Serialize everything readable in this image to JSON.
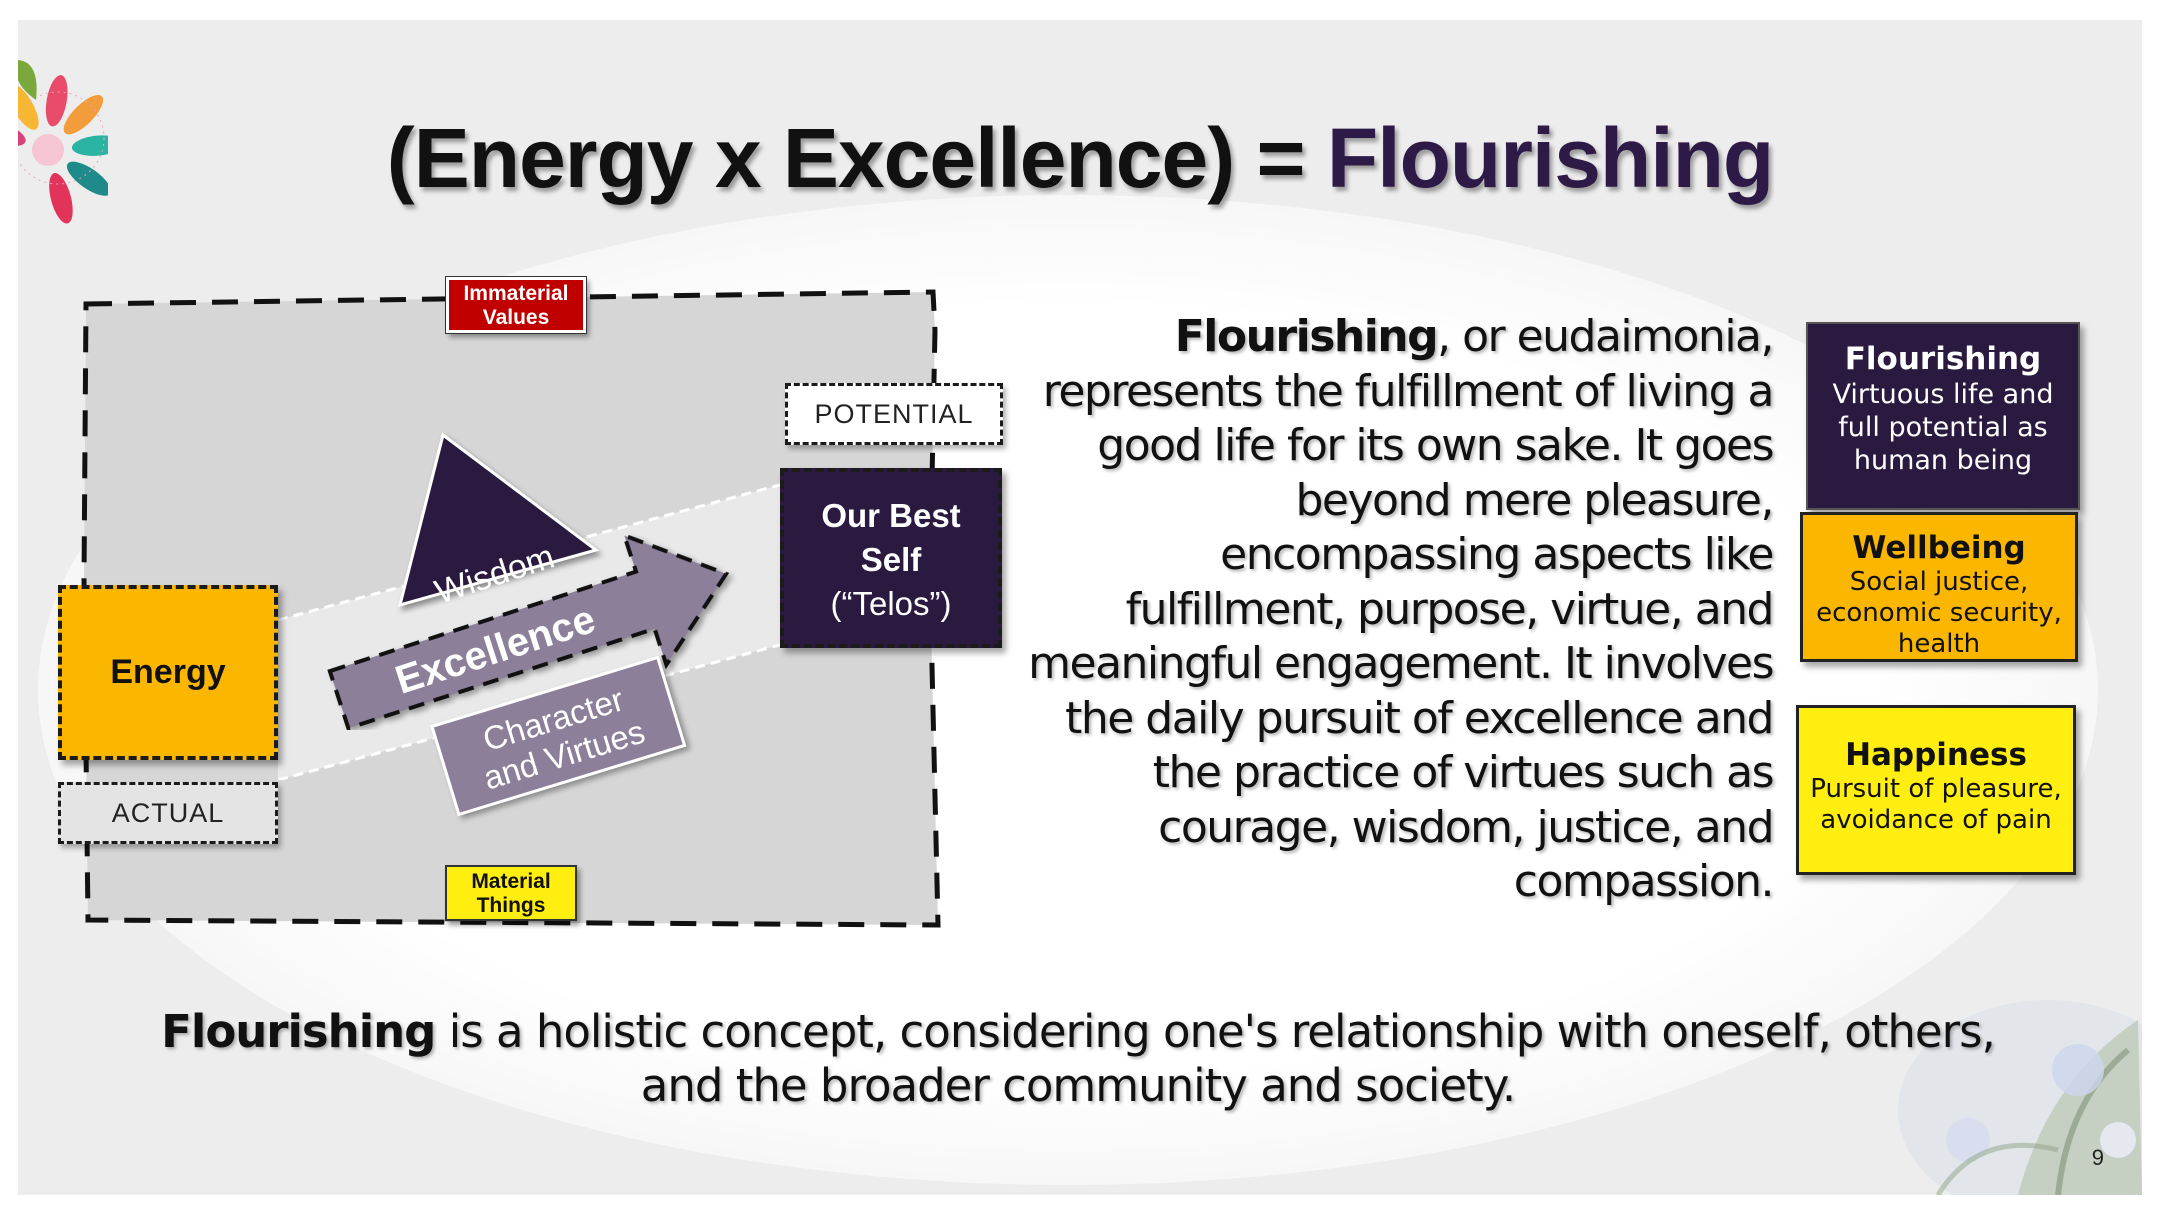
{
  "slide": {
    "title_part1": "(Energy x Excellence) = ",
    "title_part2": "Flourishing",
    "page_number": "9"
  },
  "diagram": {
    "top_label": "Immaterial Values",
    "bottom_label": "Material Things",
    "energy_label": "Energy",
    "actual_label": "ACTUAL",
    "potential_label": "POTENTIAL",
    "best_self_line1": "Our Best",
    "best_self_line2": "Self",
    "best_self_line3": "(“Telos”)",
    "wisdom_label": "Wisdom",
    "excellence_label": "Excellence",
    "character_line1": "Character",
    "character_line2": "and Virtues"
  },
  "paragraph": {
    "bold_lead": "Flourishing",
    "rest": ", or eudaimonia, represents the fulfillment of living a good life for its own sake. It goes beyond mere pleasure, encompassing aspects like fulfillment, purpose, virtue, and meaningful engagement. It involves the daily pursuit of excellence and the practice of virtues such as courage, wisdom, justice, and compassion."
  },
  "cards": [
    {
      "title": "Flourishing",
      "desc": "Virtuous life and full potential as human being",
      "bg": "#2a1a40",
      "fg": "#ffffff"
    },
    {
      "title": "Wellbeing",
      "desc": "Social justice, economic security, health",
      "bg": "#fbb600",
      "fg": "#111111"
    },
    {
      "title": "Happiness",
      "desc": "Pursuit of pleasure, avoidance of pain",
      "bg": "#ffee10",
      "fg": "#111111"
    }
  ],
  "bottom_text": {
    "bold_lead": "Flourishing",
    "rest": " is a holistic concept, considering one's relationship with oneself, others, and the broader community and society."
  },
  "colors": {
    "dark_purple": "#2a1a40",
    "energy_yellow": "#fbb600",
    "bright_yellow": "#ffee10",
    "red_label": "#c00000",
    "mauve": "#8c7f99"
  }
}
